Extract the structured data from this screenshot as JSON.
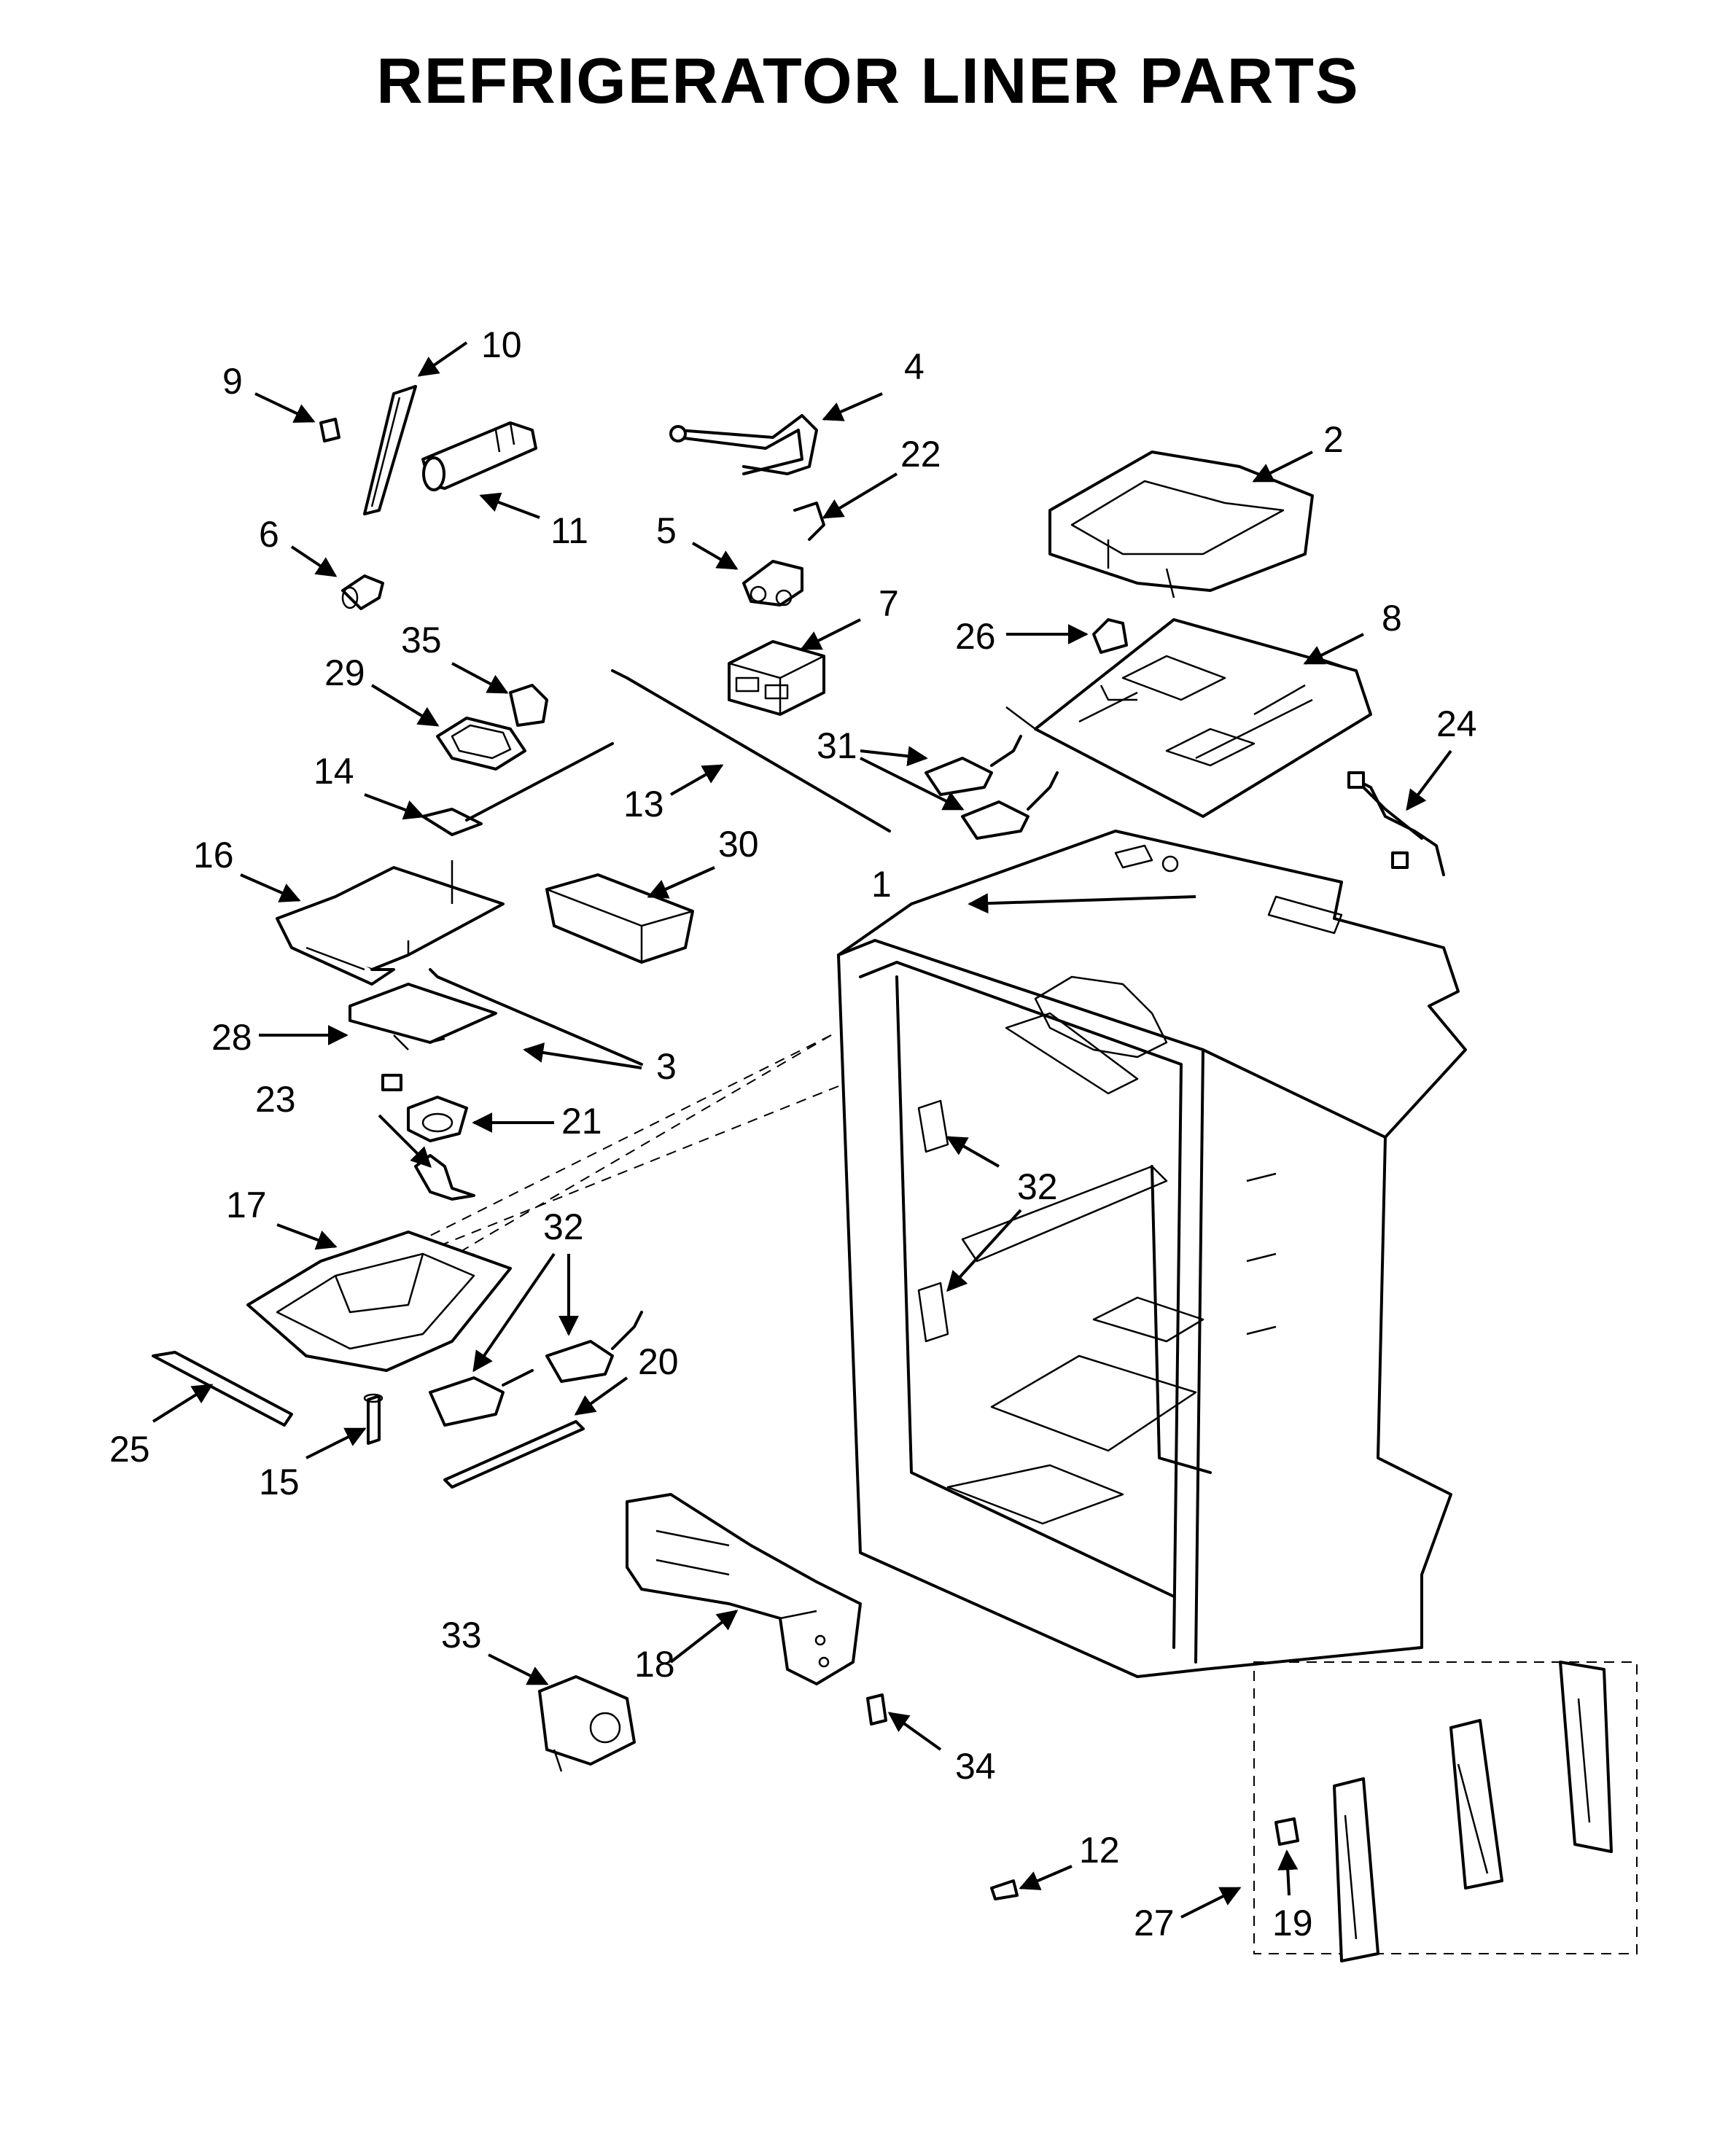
{
  "title": "REFRIGERATOR LINER PARTS",
  "callouts": [
    "1",
    "2",
    "3",
    "4",
    "5",
    "6",
    "7",
    "8",
    "9",
    "10",
    "11",
    "12",
    "13",
    "14",
    "15",
    "16",
    "17",
    "18",
    "19",
    "20",
    "21",
    "22",
    "23",
    "24",
    "25",
    "26",
    "27",
    "28",
    "29",
    "30",
    "31",
    "32",
    "33",
    "34",
    "35"
  ],
  "callout_32_repeats": [
    "32",
    "32"
  ]
}
